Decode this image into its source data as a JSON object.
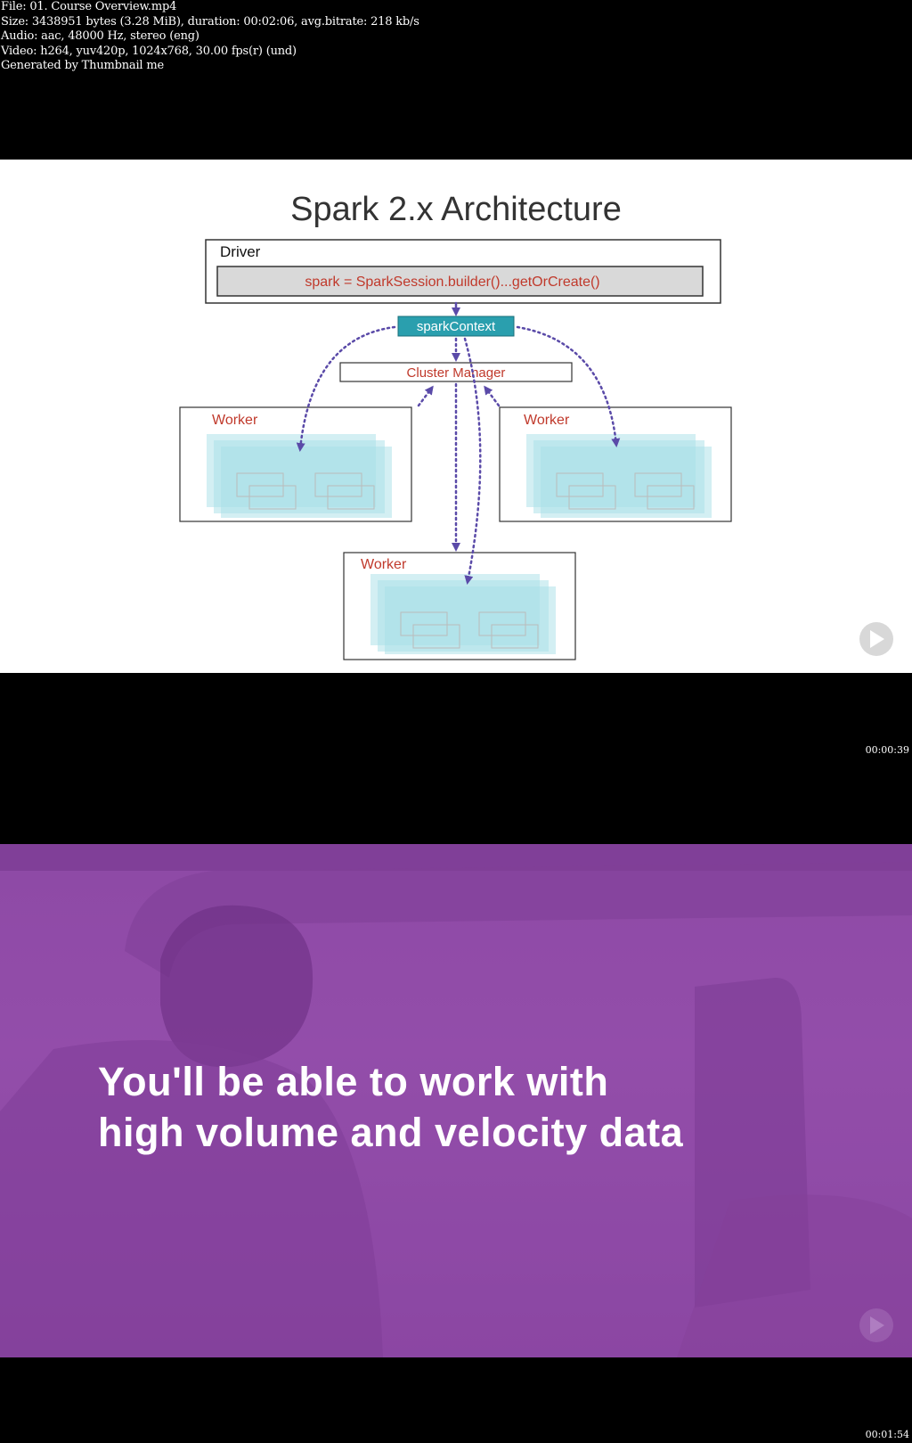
{
  "meta": {
    "file": "File: 01. Course Overview.mp4",
    "size": "Size: 3438951 bytes (3.28 MiB), duration: 00:02:06, avg.bitrate: 218 kb/s",
    "audio": "Audio: aac, 48000 Hz, stereo (eng)",
    "video": "Video: h264, yuv420p, 1024x768, 30.00 fps(r) (und)",
    "generator": "Generated by Thumbnail me"
  },
  "frame1": {
    "title": "Spark 2.x Architecture",
    "driver_label": "Driver",
    "code": "spark = SparkSession.builder()...getOrCreate()",
    "context_label": "sparkContext",
    "cluster_manager_label": "Cluster Manager",
    "worker_left": "Worker",
    "worker_right": "Worker",
    "worker_bottom": "Worker",
    "timestamp": "00:00:39"
  },
  "frame2": {
    "line1": "You'll be able to work with",
    "line2": "high volume and velocity data",
    "timestamp": "00:01:54"
  },
  "colors": {
    "title": "#333333",
    "label_red": "#c0392b",
    "context_teal": "#2a9fae",
    "arrow_purple": "#5a4aa8",
    "task_cyan": "#a8dfe8",
    "purple_bg": "#9550ac"
  }
}
